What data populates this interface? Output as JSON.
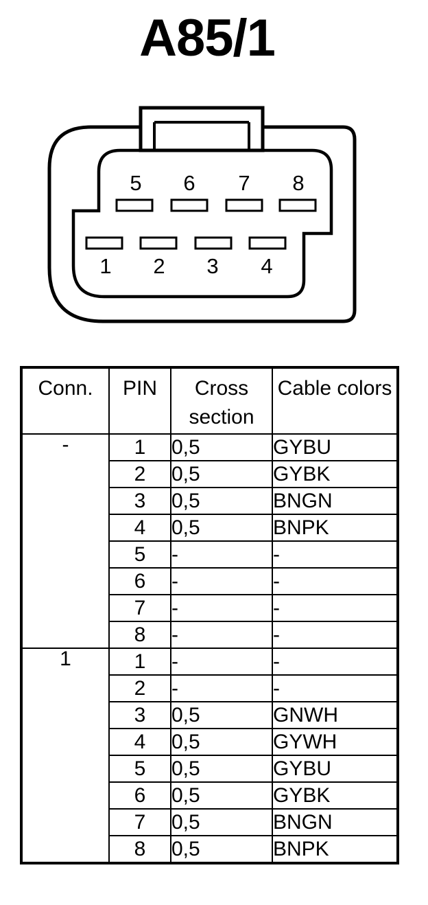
{
  "title": "A85/1",
  "connector": {
    "top_row_pins": [
      "5",
      "6",
      "7",
      "8"
    ],
    "bottom_row_pins": [
      "1",
      "2",
      "3",
      "4"
    ]
  },
  "table": {
    "headers": {
      "conn": "Conn.",
      "pin": "PIN",
      "cross_section": "Cross section",
      "cable_colors": "Cable colors"
    },
    "groups": [
      {
        "conn": "-",
        "rows": [
          {
            "pin": "1",
            "cross_section": "0,5",
            "color": "GYBU"
          },
          {
            "pin": "2",
            "cross_section": "0,5",
            "color": "GYBK"
          },
          {
            "pin": "3",
            "cross_section": "0,5",
            "color": "BNGN"
          },
          {
            "pin": "4",
            "cross_section": "0,5",
            "color": "BNPK"
          },
          {
            "pin": "5",
            "cross_section": "-",
            "color": "-"
          },
          {
            "pin": "6",
            "cross_section": "-",
            "color": "-"
          },
          {
            "pin": "7",
            "cross_section": "-",
            "color": "-"
          },
          {
            "pin": "8",
            "cross_section": "-",
            "color": "-"
          }
        ]
      },
      {
        "conn": "1",
        "rows": [
          {
            "pin": "1",
            "cross_section": "-",
            "color": "-"
          },
          {
            "pin": "2",
            "cross_section": "-",
            "color": "-"
          },
          {
            "pin": "3",
            "cross_section": "0,5",
            "color": "GNWH"
          },
          {
            "pin": "4",
            "cross_section": "0,5",
            "color": "GYWH"
          },
          {
            "pin": "5",
            "cross_section": "0,5",
            "color": "GYBU"
          },
          {
            "pin": "6",
            "cross_section": "0,5",
            "color": "GYBK"
          },
          {
            "pin": "7",
            "cross_section": "0,5",
            "color": "BNGN"
          },
          {
            "pin": "8",
            "cross_section": "0,5",
            "color": "BNPK"
          }
        ]
      }
    ]
  }
}
